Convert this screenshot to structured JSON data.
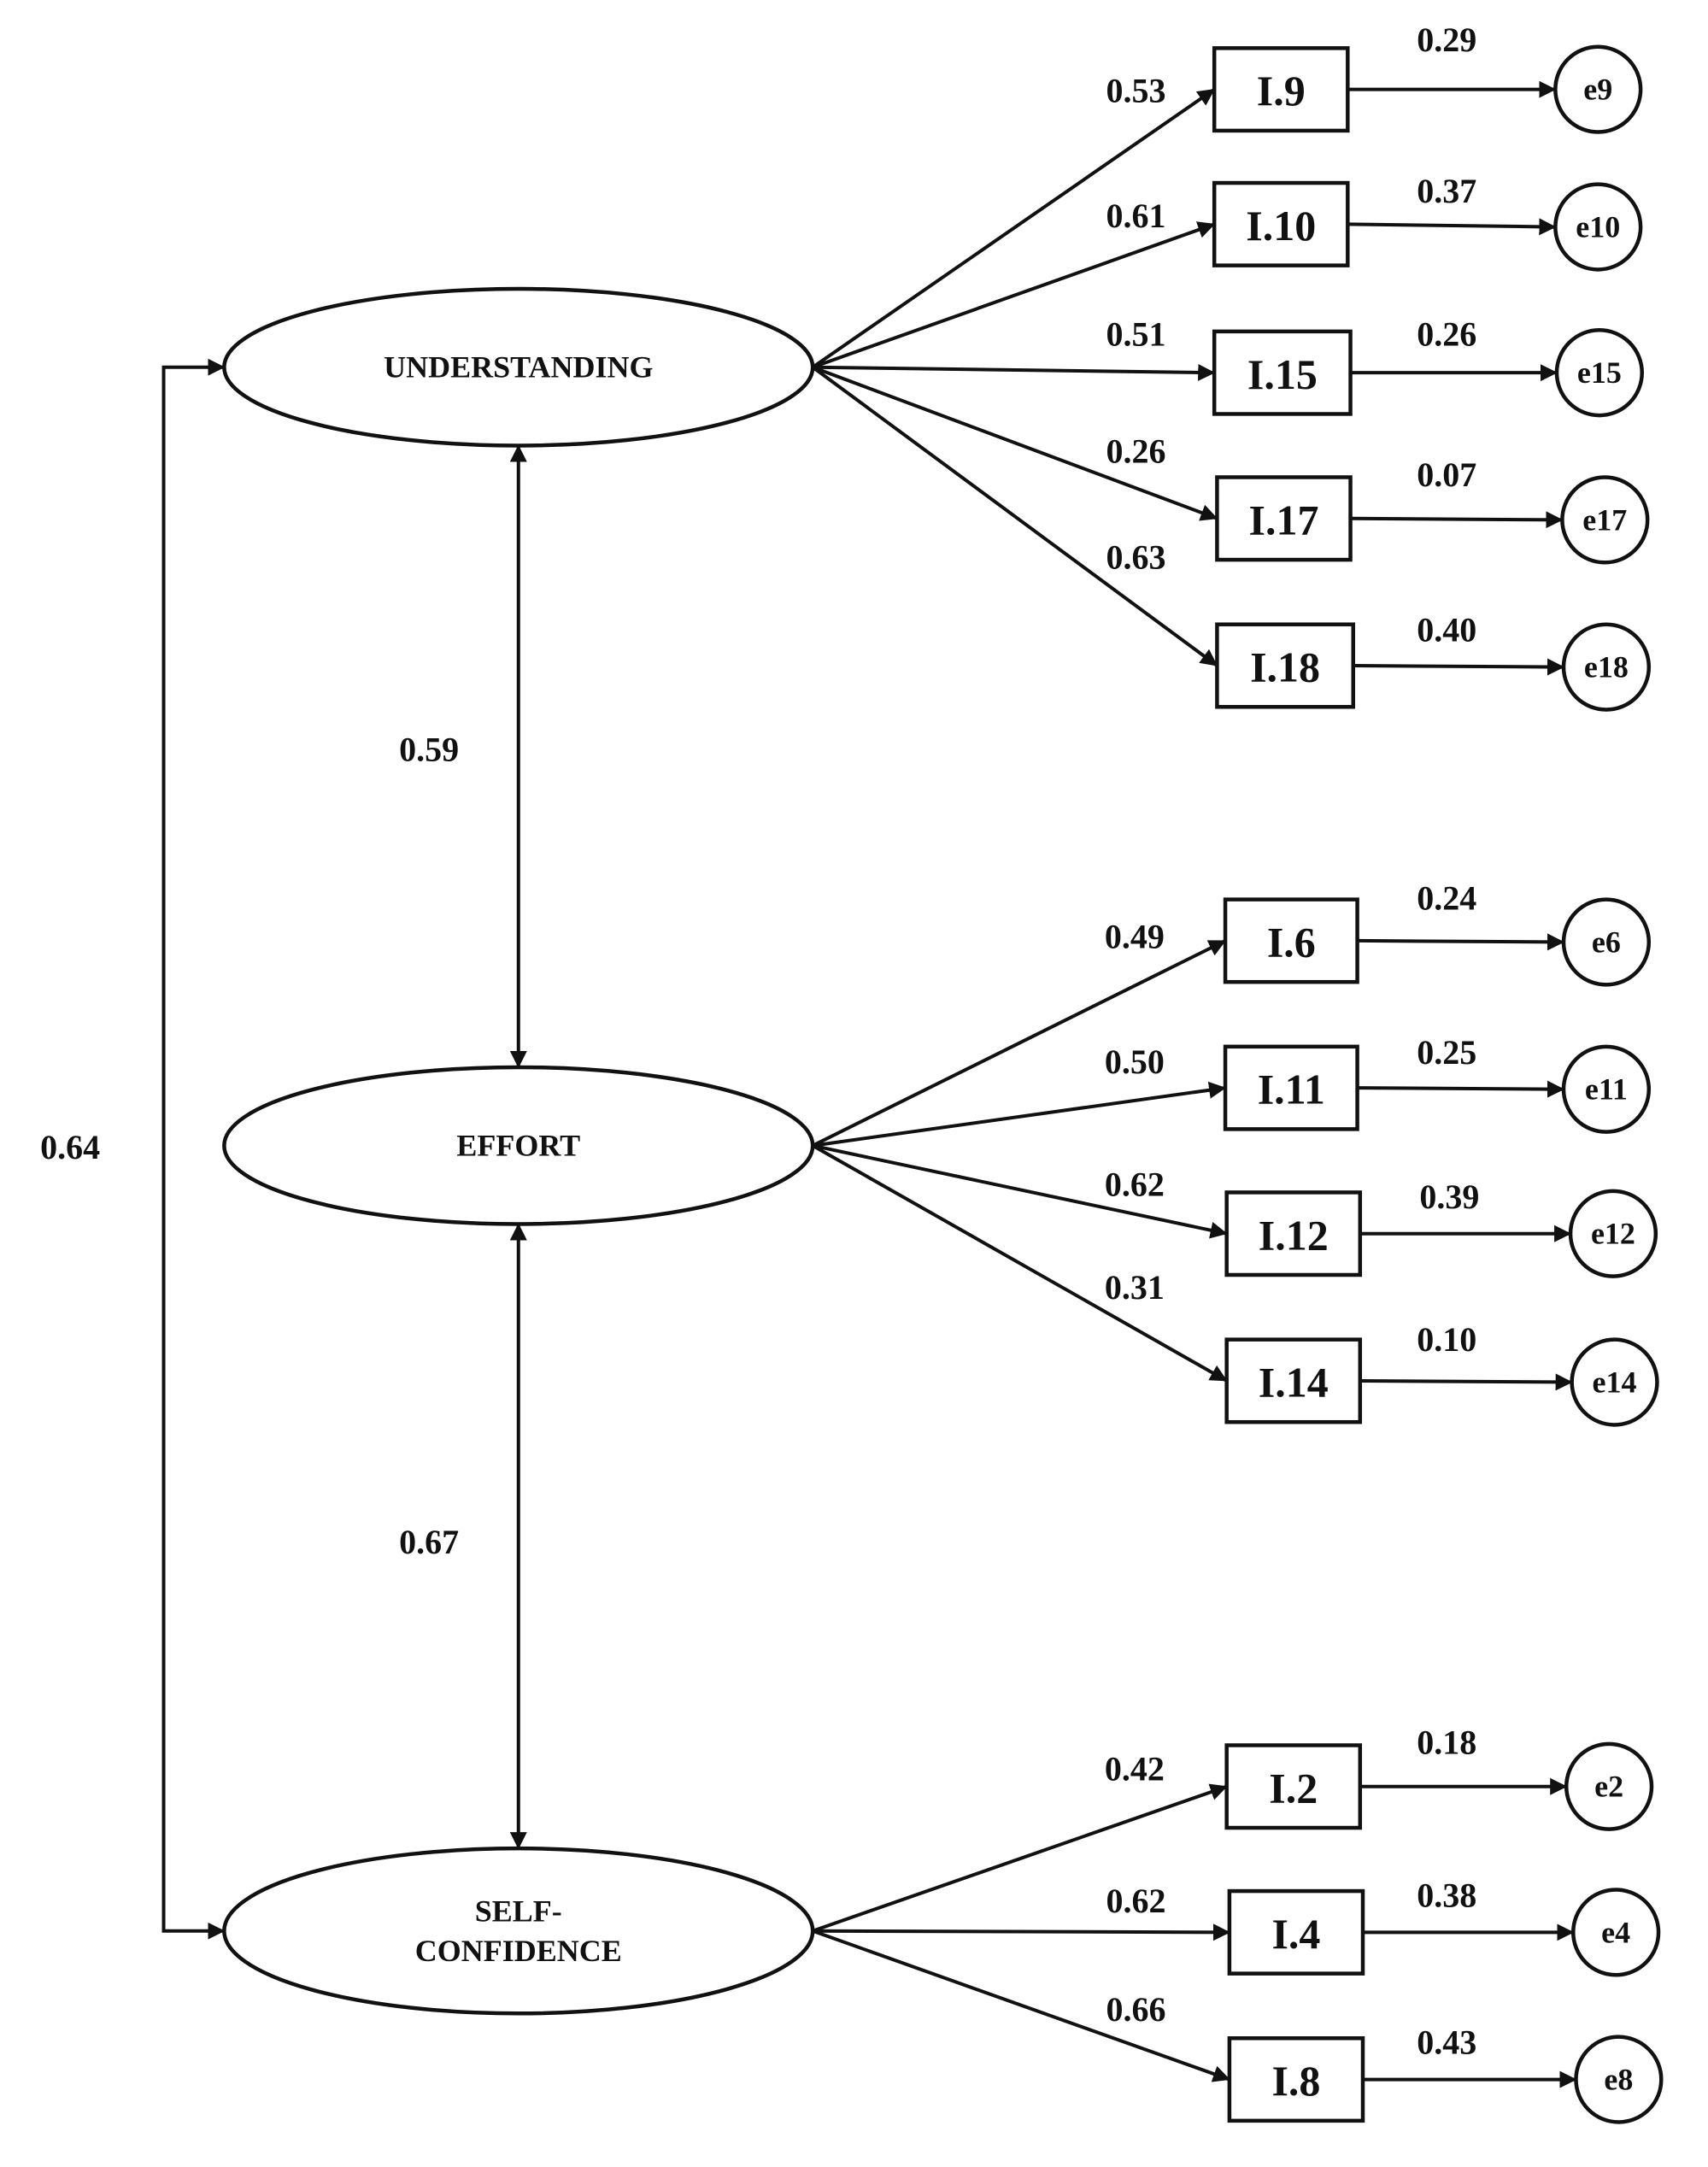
{
  "latents": [
    {
      "id": "understanding",
      "lines": [
        "UNDERSTANDING"
      ]
    },
    {
      "id": "effort",
      "lines": [
        "EFFORT"
      ]
    },
    {
      "id": "self_confidence",
      "lines": [
        "SELF-",
        "CONFIDENCE"
      ]
    }
  ],
  "items": [
    {
      "id": "i9",
      "label": "I.9",
      "latent": "understanding",
      "loading": "0.53",
      "error_label": "e9",
      "r2": "0.29"
    },
    {
      "id": "i10",
      "label": "I.10",
      "latent": "understanding",
      "loading": "0.61",
      "error_label": "e10",
      "r2": "0.37"
    },
    {
      "id": "i15",
      "label": "I.15",
      "latent": "understanding",
      "loading": "0.51",
      "error_label": "e15",
      "r2": "0.26"
    },
    {
      "id": "i17",
      "label": "I.17",
      "latent": "understanding",
      "loading": "0.26",
      "error_label": "e17",
      "r2": "0.07"
    },
    {
      "id": "i18",
      "label": "I.18",
      "latent": "understanding",
      "loading": "0.63",
      "error_label": "e18",
      "r2": "0.40"
    },
    {
      "id": "i6",
      "label": "I.6",
      "latent": "effort",
      "loading": "0.49",
      "error_label": "e6",
      "r2": "0.24"
    },
    {
      "id": "i11",
      "label": "I.11",
      "latent": "effort",
      "loading": "0.50",
      "error_label": "e11",
      "r2": "0.25"
    },
    {
      "id": "i12",
      "label": "I.12",
      "latent": "effort",
      "loading": "0.62",
      "error_label": "e12",
      "r2": "0.39"
    },
    {
      "id": "i14",
      "label": "I.14",
      "latent": "effort",
      "loading": "0.31",
      "error_label": "e14",
      "r2": "0.10"
    },
    {
      "id": "i2",
      "label": "I.2",
      "latent": "self_confidence",
      "loading": "0.42",
      "error_label": "e2",
      "r2": "0.18"
    },
    {
      "id": "i4",
      "label": "I.4",
      "latent": "self_confidence",
      "loading": "0.62",
      "error_label": "e4",
      "r2": "0.38"
    },
    {
      "id": "i8",
      "label": "I.8",
      "latent": "self_confidence",
      "loading": "0.66",
      "error_label": "e8",
      "r2": "0.43"
    }
  ],
  "correlations": [
    {
      "from": "understanding",
      "to": "effort",
      "value": "0.59"
    },
    {
      "from": "effort",
      "to": "self_confidence",
      "value": "0.67"
    },
    {
      "from": "understanding",
      "to": "self_confidence",
      "value": "0.64"
    }
  ]
}
